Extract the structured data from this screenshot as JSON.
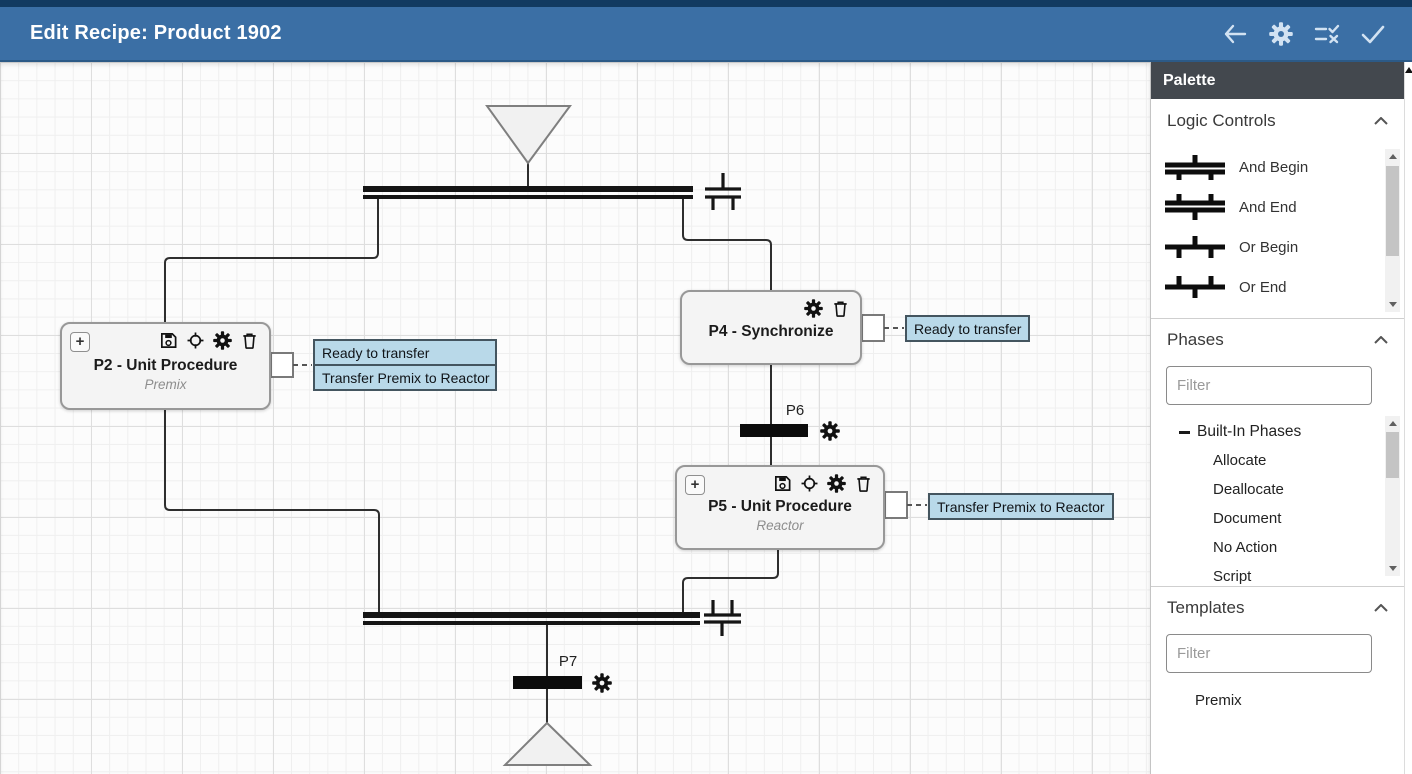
{
  "header": {
    "title": "Edit Recipe: Product 1902",
    "icons": {
      "back": "back",
      "settings": "settings",
      "validate": "validate-list",
      "confirm": "confirm-check"
    }
  },
  "palette": {
    "title": "Palette",
    "logic_controls": {
      "label": "Logic Controls",
      "items": [
        {
          "label": "And Begin",
          "icon": "and-begin-icon"
        },
        {
          "label": "And End",
          "icon": "and-end-icon"
        },
        {
          "label": "Or Begin",
          "icon": "or-begin-icon"
        },
        {
          "label": "Or End",
          "icon": "or-end-icon"
        }
      ]
    },
    "phases": {
      "label": "Phases",
      "filter_placeholder": "Filter",
      "group": {
        "label": "Built-In Phases",
        "children": [
          {
            "label": "Allocate"
          },
          {
            "label": "Deallocate"
          },
          {
            "label": "Document"
          },
          {
            "label": "No Action"
          },
          {
            "label": "Script"
          }
        ]
      }
    },
    "templates": {
      "label": "Templates",
      "filter_placeholder": "Filter",
      "items": [
        {
          "label": "Premix"
        }
      ]
    }
  },
  "canvas": {
    "plus_label": "+",
    "nodes": {
      "p2": {
        "title": "P2 - Unit Procedure",
        "subtitle": "Premix"
      },
      "p4": {
        "title": "P4 - Synchronize"
      },
      "p5": {
        "title": "P5 - Unit Procedure",
        "subtitle": "Reactor"
      }
    },
    "transitions": {
      "p6": "P6",
      "p7": "P7"
    },
    "signals": {
      "p2": [
        {
          "text": "Ready to transfer"
        },
        {
          "text": "Transfer Premix to Reactor"
        }
      ],
      "p4": [
        {
          "text": "Ready to transfer"
        }
      ],
      "p5": [
        {
          "text": "Transfer Premix to Reactor"
        }
      ]
    }
  },
  "colors": {
    "header_bg": "#3b6fa5",
    "header_top_strip": "#123a60",
    "palette_header_bg": "#43484e",
    "signal_bg": "#b9d9e9",
    "signal_border": "#44555f",
    "node_bg": "#f4f4f4",
    "icon_white": "#d2e2f2"
  }
}
